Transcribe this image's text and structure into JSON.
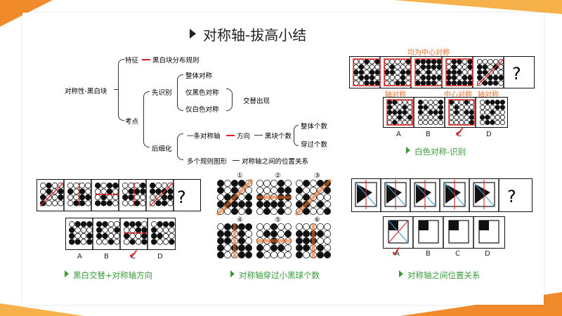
{
  "title": "对称轴-拔高小结",
  "mindmap": {
    "root": "对称性-黑白块",
    "feature": "特征",
    "feature_value": "黑白块分布规则",
    "exam": "考点",
    "identify_first": "先识别",
    "whole": "整体对称",
    "black_only": "仅黑色对称",
    "white_only": "仅白色对称",
    "alternate": "交替出现",
    "refine": "后细化",
    "one_axis": "一条对称轴",
    "direction": "方向",
    "black_count": "黑块个数",
    "whole_count": "整体个数",
    "pass_count": "穿过个数",
    "multi_rule": "多个规则图形",
    "axis_relation": "对称轴之间的位置关系"
  },
  "top_right": {
    "label_top": "均为中心对称",
    "label_axis1": "轴对称",
    "label_center": "中心对称",
    "label_axis2": "轴对称",
    "options": [
      "A",
      "B",
      "C",
      "D"
    ],
    "caption": "白色对称-识别",
    "question": "?"
  },
  "bottom_left": {
    "options": [
      "A",
      "B",
      "C",
      "D"
    ],
    "caption": "黑白交替+对称轴方向",
    "question": "?"
  },
  "bottom_mid": {
    "numbers": [
      "①",
      "②",
      "③",
      "④",
      "⑤",
      "⑥"
    ],
    "caption": "对称轴穿过小黑球个数"
  },
  "bottom_right": {
    "options": [
      "A",
      "B",
      "C",
      "D"
    ],
    "caption": "对称轴之间位置关系",
    "question": "?"
  },
  "colors": {
    "accent": "#f08a2a",
    "red": "#e02020",
    "green": "#3a9a3a"
  }
}
